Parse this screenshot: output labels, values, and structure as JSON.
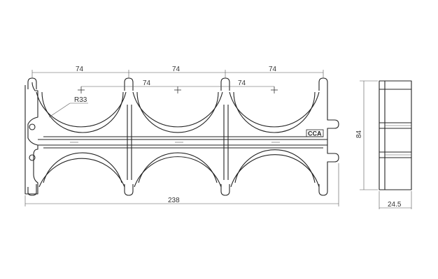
{
  "drawing": {
    "dimensions": {
      "top_span_1": "74",
      "top_span_2": "74",
      "top_span_3": "74",
      "inner_span_1": "74",
      "inner_span_2": "74",
      "radius_label": "R33",
      "overall_width": "238",
      "side_height": "84",
      "side_thickness": "24.5"
    },
    "logo_text": "CCA",
    "colors": {
      "line": "#222222",
      "background": "#ffffff"
    }
  }
}
